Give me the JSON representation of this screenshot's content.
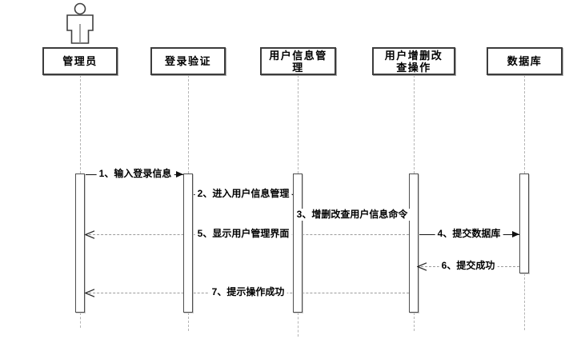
{
  "diagram": {
    "type": "sequence-diagram",
    "background_color": "#ffffff",
    "sync_line_color": "#141414",
    "return_line_color": "#9c9c9c",
    "lifeline_color": "#b5b5b5",
    "box_border_color": "#3c3c3c"
  },
  "participants": [
    {
      "label": "管理员",
      "kind": "actor"
    },
    {
      "label": "登录验证",
      "kind": "object"
    },
    {
      "label": "用户信息管理",
      "kind": "object"
    },
    {
      "label": "用户增删改查操作",
      "kind": "object"
    },
    {
      "label": "数据库",
      "kind": "object"
    }
  ],
  "messages": [
    {
      "num": "1",
      "label": "1、输入登录信息",
      "from": "管理员",
      "to": "登录验证",
      "kind": "sync"
    },
    {
      "num": "2",
      "label": "2、进入用户信息管理",
      "from": "登录验证",
      "to": "用户信息管理",
      "kind": "sync"
    },
    {
      "num": "3",
      "label": "3、增删改查用户信息命令",
      "from": "用户信息管理",
      "to": "用户增删改查操作",
      "kind": "sync"
    },
    {
      "num": "4",
      "label": "4、提交数据库",
      "from": "用户增删改查操作",
      "to": "数据库",
      "kind": "sync"
    },
    {
      "num": "5",
      "label": "5、显示用户管理界面",
      "from": "用户增删改查操作",
      "to": "管理员",
      "kind": "return"
    },
    {
      "num": "6",
      "label": "6、提交成功",
      "from": "数据库",
      "to": "用户增删改查操作",
      "kind": "return"
    },
    {
      "num": "7",
      "label": "7、提示操作成功",
      "from": "用户增删改查操作",
      "to": "管理员",
      "kind": "return"
    }
  ]
}
